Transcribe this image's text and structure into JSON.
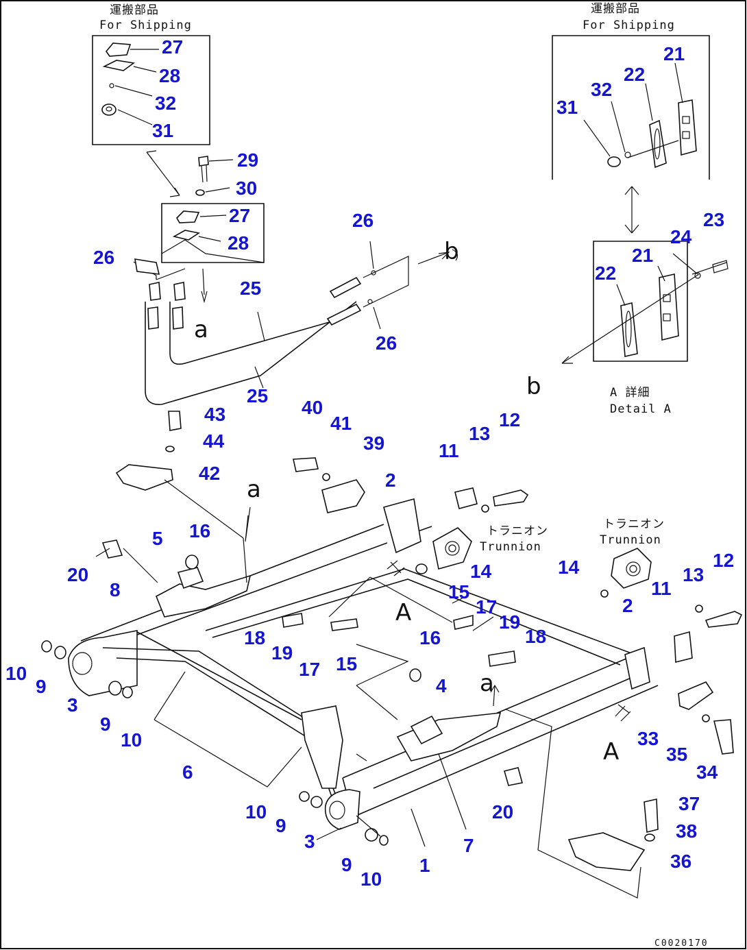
{
  "drawing": {
    "code": "C0020170",
    "boxes": {
      "shipping_left": {
        "caption_jp": "運搬部品",
        "caption_en": "For Shipping"
      },
      "shipping_right": {
        "caption_jp": "運搬部品",
        "caption_en": "For Shipping"
      },
      "detail_a": {
        "caption_jp": "A 詳細",
        "caption_en": "Detail A"
      }
    },
    "trunnion_labels": [
      {
        "jp": "トラニオン",
        "en": "Trunnion"
      },
      {
        "jp": "トラニオン",
        "en": "Trunnion"
      }
    ],
    "view_letters": [
      "A",
      "A",
      "a",
      "a",
      "a",
      "b",
      "b"
    ],
    "callouts": [
      "27",
      "28",
      "32",
      "31",
      "21",
      "22",
      "32",
      "31",
      "29",
      "30",
      "27",
      "28",
      "26",
      "26",
      "26",
      "25",
      "25",
      "22",
      "21",
      "24",
      "23",
      "43",
      "44",
      "42",
      "40",
      "41",
      "39",
      "2",
      "11",
      "13",
      "12",
      "16",
      "5",
      "20",
      "8",
      "14",
      "15",
      "17",
      "19",
      "18",
      "19",
      "17",
      "15",
      "16",
      "4",
      "14",
      "2",
      "11",
      "13",
      "12",
      "10",
      "9",
      "3",
      "9",
      "10",
      "6",
      "33",
      "35",
      "34",
      "10",
      "9",
      "3",
      "9",
      "10",
      "1",
      "7",
      "20",
      "37",
      "38",
      "36",
      "18"
    ]
  }
}
